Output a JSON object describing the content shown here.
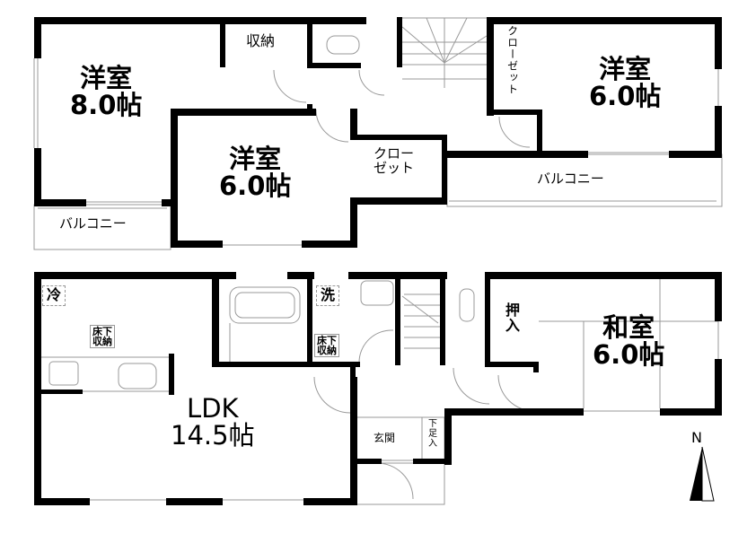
{
  "floor2": {
    "rooms": [
      {
        "name": "洋室",
        "size": "8.0帖"
      },
      {
        "name": "洋室",
        "size": "6.0帖"
      },
      {
        "name": "洋室",
        "size": "6.0帖"
      }
    ],
    "storage": "収納",
    "closet_vertical": "クローゼット",
    "closet_center_line1": "クロー",
    "closet_center_line2": "ゼット",
    "balcony_left": "バルコニー",
    "balcony_right": "バルコニー"
  },
  "floor1": {
    "ldk": {
      "name": "LDK",
      "size": "14.5帖"
    },
    "washitsu": {
      "name": "和室",
      "size": "6.0帖"
    },
    "fridge": "冷",
    "washer": "洗",
    "underfloor_kitchen_l1": "床下",
    "underfloor_kitchen_l2": "収納",
    "underfloor_wash_l1": "床下",
    "underfloor_wash_l2": "収納",
    "oshiire_l1": "押",
    "oshiire_l2": "入",
    "genkan": "玄関",
    "shoe_storage": "下足入"
  },
  "compass": {
    "label": "N"
  }
}
